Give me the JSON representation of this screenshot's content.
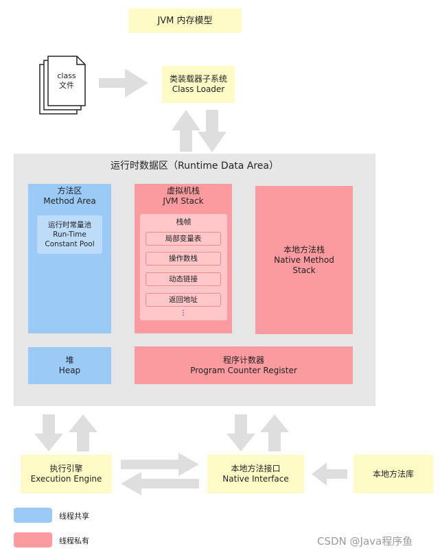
{
  "title": "JVM 内存模型",
  "class_file": "class\n文件",
  "class_loader": {
    "cn": "类装载器子系统",
    "en": "Class Loader"
  },
  "runtime_area": {
    "title": "运行时数据区（Runtime Data Area）"
  },
  "method_area": {
    "cn": "方法区",
    "en": "Method Area",
    "pool_cn": "运行时常量池",
    "pool_en1": "Run-Time",
    "pool_en2": "Constant Pool"
  },
  "jvm_stack": {
    "cn": "虚拟机栈",
    "en": "JVM  Stack",
    "frame": "栈帧",
    "slots": [
      "局部变量表",
      "操作数栈",
      "动态链接",
      "返回地址"
    ],
    "ellipsis": "⋮"
  },
  "native_stack": {
    "cn": "本地方法栈",
    "en1": "Native  Method",
    "en2": "Stack"
  },
  "heap": {
    "cn": "堆",
    "en": "Heap"
  },
  "pc_register": {
    "cn": "程序计数器",
    "en": "Program  Counter  Register"
  },
  "exec_engine": {
    "cn": "执行引擎",
    "en": "Execution  Engine"
  },
  "native_interface": {
    "cn": "本地方法接口",
    "en": "Native  Interface"
  },
  "native_library": {
    "cn": "本地方法库"
  },
  "legend": {
    "shared": "线程共享",
    "private": "线程私有"
  },
  "watermark": "CSDN @Java程序鱼",
  "colors": {
    "shared": "#9ccaf7",
    "private": "#fc9b9f",
    "yellow": "#fefbc6",
    "area": "#e6e6e6",
    "arrow": "#dedede"
  }
}
